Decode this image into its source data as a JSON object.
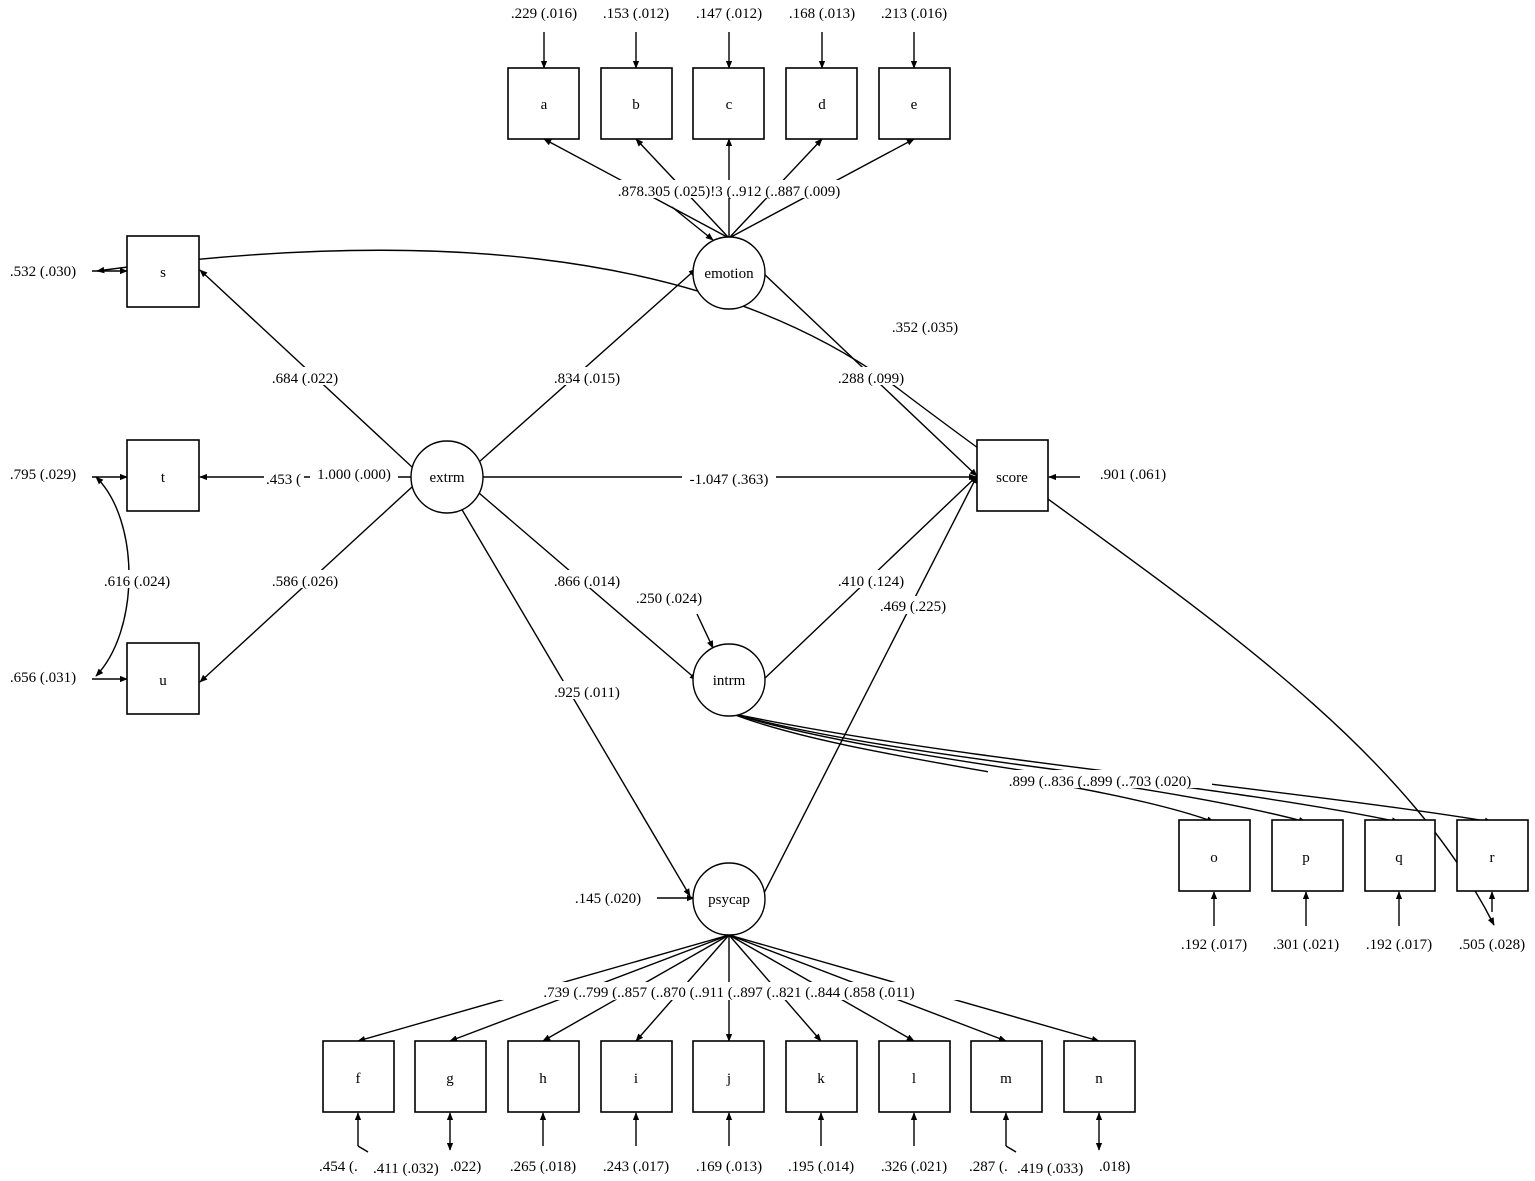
{
  "diagram": {
    "observed": [
      "a",
      "b",
      "c",
      "d",
      "e",
      "s",
      "t",
      "u",
      "score",
      "o",
      "p",
      "q",
      "r",
      "f",
      "g",
      "h",
      "i",
      "j",
      "k",
      "l",
      "m",
      "n"
    ],
    "latent": [
      "emotion",
      "extrm",
      "intrm",
      "psycap"
    ],
    "residuals": {
      "a": ".229 (.016)",
      "b": ".153 (.012)",
      "c": ".147 (.012)",
      "d": ".168 (.013)",
      "e": ".213 (.016)",
      "s": ".532 (.030)",
      "t": ".795 (.029)",
      "u": ".656 (.031)",
      "score": ".901 (.061)",
      "o": ".192 (.017)",
      "p": ".301 (.021)",
      "q": ".192 (.017)",
      "r": ".505 (.028)",
      "f": ".454 (.",
      "g": ".411 (.032)",
      "g2": ".022)",
      "h": ".265 (.018)",
      "i": ".243 (.017)",
      "j": ".169 (.013)",
      "k": ".195 (.014)",
      "l": ".326 (.021)",
      "m": ".287 (.",
      "n": ".419 (.033)",
      "n2": ".018)",
      "emotion": ".352 (.035)",
      "intrm": ".250 (.024)",
      "psycap": ".145 (.020)"
    },
    "emotion_loadings": ".878.305 (.025)!3 (..912 (..887 (.009)",
    "paths": {
      "extrm_s": ".684 (.022)",
      "extrm_t": ".453 (",
      "extrm_t2": "1.000 (.000)",
      "extrm_u": ".586 (.026)",
      "extrm_emotion": ".834 (.015)",
      "extrm_score": "-1.047 (.363)",
      "extrm_intrm": ".866 (.014)",
      "extrm_psycap": ".925 (.011)",
      "emotion_score": ".288 (.099)",
      "intrm_score": ".410 (.124)",
      "psycap_score": ".469 (.225)",
      "t_u_cov": ".616 (.024)"
    },
    "intrm_loadings": ".899 (..836 (..899 (..703 (.020)",
    "psycap_loadings": ".739 (..799 (..857 (..870 (..911 (..897 (..821 (..844 (.858 (.011)"
  }
}
